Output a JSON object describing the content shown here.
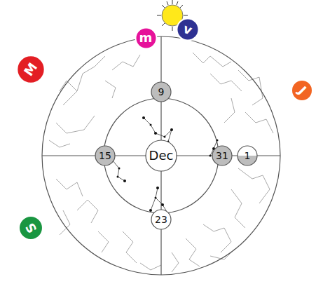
{
  "diagram": {
    "nodes": [
      {
        "text": [
          "v"
        ]
      },
      {
        "text": [
          "m"
        ]
      },
      {
        "text": [
          "M"
        ]
      },
      {
        "text": [
          "9"
        ]
      },
      {
        "text": [
          "J"
        ]
      },
      {
        "text": [
          "15"
        ]
      },
      {
        "text": [
          "Dec"
        ]
      },
      {
        "text": [
          "31"
        ]
      },
      {
        "text": [
          "1"
        ]
      },
      {
        "text": [
          "23"
        ]
      },
      {
        "text": [
          "S"
        ]
      }
    ]
  }
}
